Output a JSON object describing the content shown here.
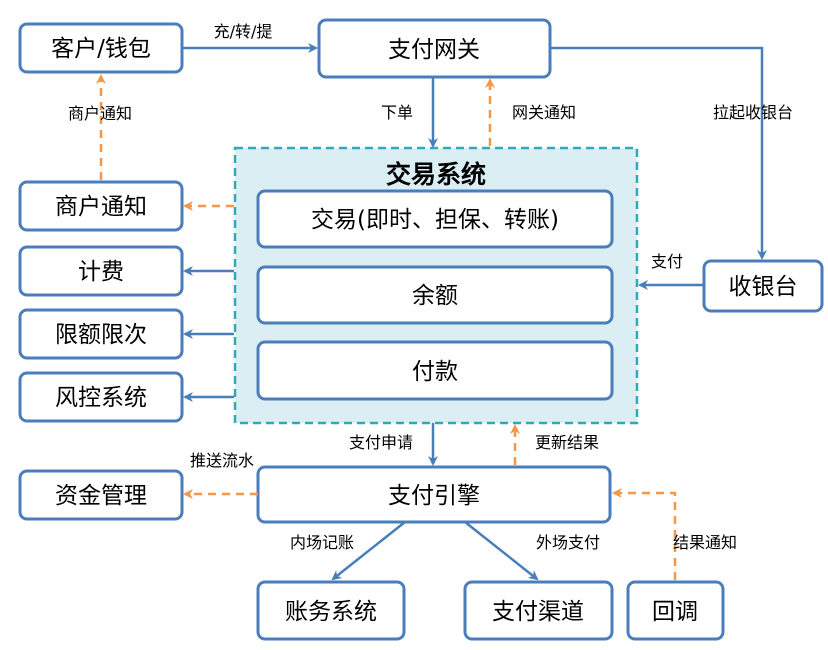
{
  "nodes": {
    "customer_wallet": "客户/钱包",
    "payment_gateway": "支付网关",
    "merchant_notify": "商户通知",
    "billing": "计费",
    "limit_control": "限额限次",
    "risk_control": "风控系统",
    "fund_management": "资金管理",
    "cashier": "收银台",
    "trade_system_title": "交易系统",
    "trade_instant": "交易(即时、担保、转账)",
    "balance": "余额",
    "payout": "付款",
    "payment_engine": "支付引擎",
    "accounting_system": "账务系统",
    "payment_channel": "支付渠道",
    "callback": "回调"
  },
  "edges": {
    "charge_transfer_withdraw": "充/转/提",
    "merchant_notify_label": "商户通知",
    "place_order": "下单",
    "gateway_notify": "网关通知",
    "open_cashier": "拉起收银台",
    "pay": "支付",
    "payment_request": "支付申请",
    "update_result": "更新结果",
    "push_flow": "推送流水",
    "internal_accounting": "内场记账",
    "external_payment": "外场支付",
    "result_notify": "结果通知"
  },
  "colors": {
    "box_border": "#4a7ebb",
    "solid_arrow": "#4a7ebb",
    "dashed_arrow": "#f79646",
    "container_fill": "#daeef3",
    "container_border": "#31a9b8"
  }
}
